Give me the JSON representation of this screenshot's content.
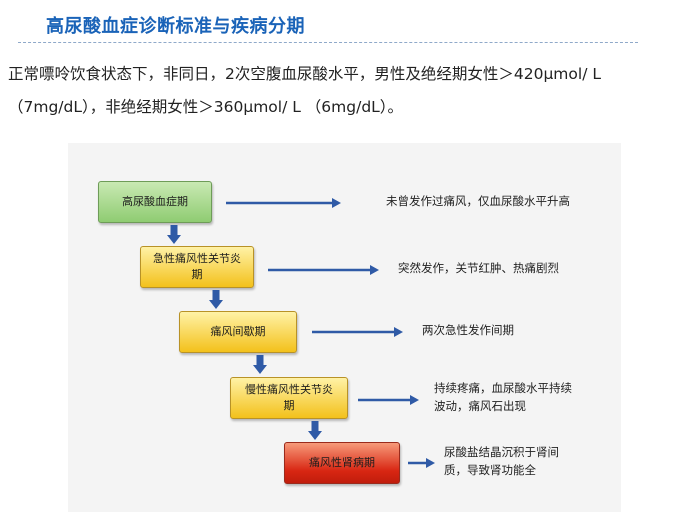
{
  "header": {
    "title": "高尿酸血症诊断标准与疾病分期"
  },
  "intro": {
    "line1": "正常嘌呤饮食状态下，非同日，2次空腹血尿酸水平，男性及绝经期女性＞420μmol/ L",
    "line2": "（7mg/dL），非绝经期女性＞360μmol/ L （6mg/dL）。"
  },
  "stages": [
    {
      "label_lines": [
        "高尿酸血症期"
      ],
      "desc_lines": [
        "未曾发作过痛风，仅血尿酸水平升高"
      ],
      "color": "#9bd37f"
    },
    {
      "label_lines": [
        "急性痛风性关节炎",
        "期"
      ],
      "desc_lines": [
        "突然发作，关节红肿、热痛剧烈"
      ],
      "color": "#f5c518"
    },
    {
      "label_lines": [
        "痛风间歇期"
      ],
      "desc_lines": [
        "两次急性发作间期"
      ],
      "color": "#f5c518"
    },
    {
      "label_lines": [
        "慢性痛风性关节炎",
        "期"
      ],
      "desc_lines": [
        "持续疼痛，血尿酸水平持续",
        "波动，痛风石出现"
      ],
      "color": "#f5c518"
    },
    {
      "label_lines": [
        "痛风性肾病期"
      ],
      "desc_lines": [
        "尿酸盐结晶沉积于肾间",
        "质，导致肾功能全"
      ],
      "color": "#d9301a"
    }
  ],
  "colors": {
    "title": "#1a63b8",
    "arrow": "#2f5aa6",
    "diagram_bg": "#f4f4f4"
  }
}
